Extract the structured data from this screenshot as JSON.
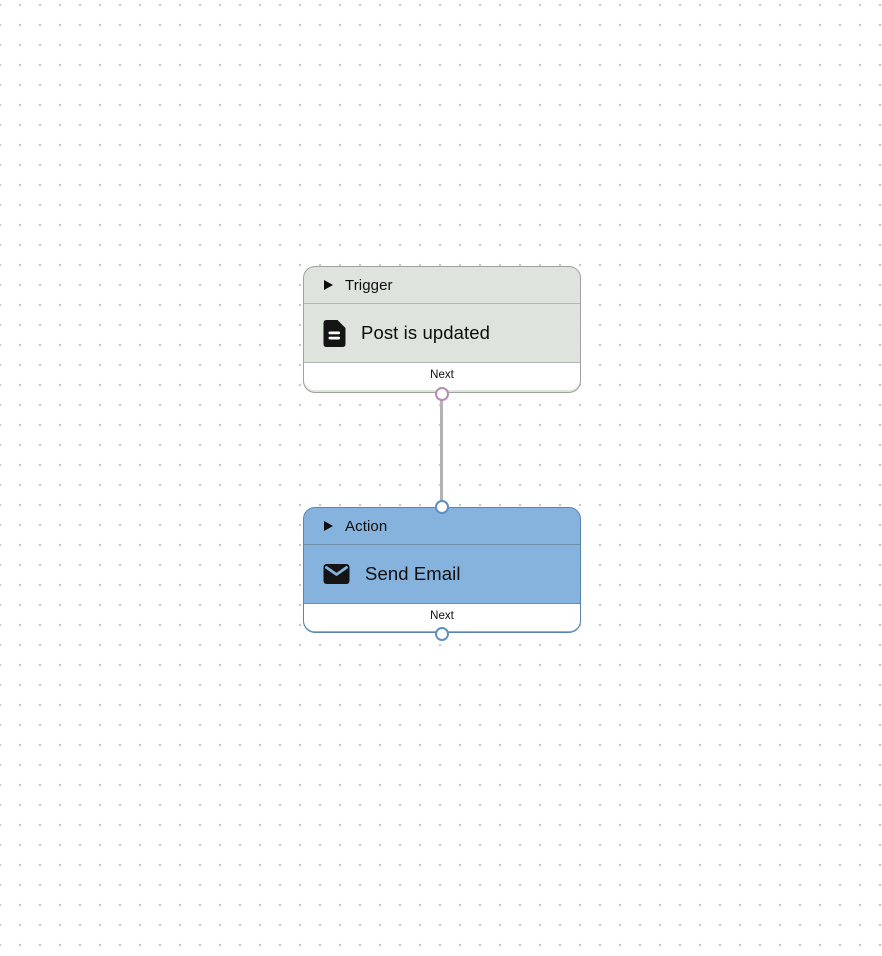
{
  "canvas": {
    "background_color": "#ffffff",
    "dot_color": "#c9c9c9"
  },
  "edge": {
    "color": "#b2b2b2"
  },
  "nodes": [
    {
      "id": "trigger",
      "type_label": "Trigger",
      "title": "Post is updated",
      "icon": "document-icon",
      "footer_label": "Next",
      "ports": [
        "output"
      ],
      "colors": {
        "background": "#dee3dd",
        "border": "#9ea39e",
        "separator": "#b2b8b2",
        "port_ring": "#b48cb6"
      }
    },
    {
      "id": "action",
      "type_label": "Action",
      "title": "Send Email",
      "icon": "email-icon",
      "footer_label": "Next",
      "ports": [
        "input",
        "output"
      ],
      "colors": {
        "background": "#85b3dd",
        "border": "#5886b0",
        "separator": "#6f8da9",
        "port_ring": "#5b91c3"
      }
    }
  ]
}
